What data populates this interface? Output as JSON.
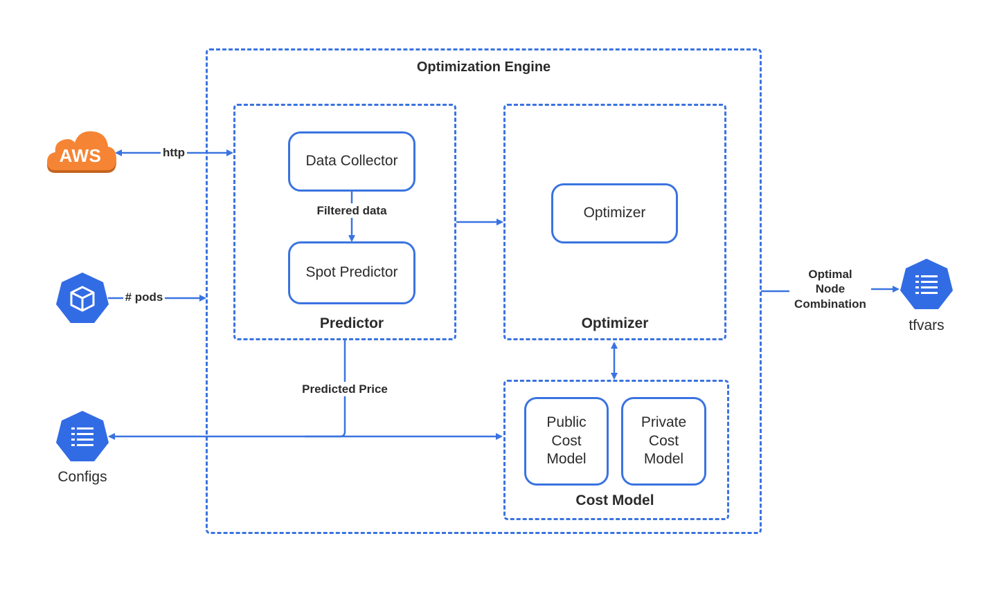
{
  "engine": {
    "title": "Optimization Engine"
  },
  "predictor": {
    "title": "Predictor",
    "data_collector": "Data Collector",
    "spot_predictor": "Spot Predictor",
    "edge_filtered": "Filtered data"
  },
  "optimizer": {
    "title": "Optimizer",
    "inner": "Optimizer"
  },
  "cost_model": {
    "title": "Cost Model",
    "public": [
      "Public",
      "Cost",
      "Model"
    ],
    "private": [
      "Private",
      "Cost",
      "Model"
    ]
  },
  "external": {
    "aws": "AWS",
    "http": "http",
    "pods": "# pods",
    "configs": "Configs",
    "predicted_price": "Predicted Price",
    "output_label": [
      "Optimal",
      "Node",
      "Combination"
    ],
    "tfvars": "tfvars"
  },
  "colors": {
    "accent": "#3a73e0",
    "aws_orange": "#f58534",
    "k8s_blue": "#326ce5"
  }
}
